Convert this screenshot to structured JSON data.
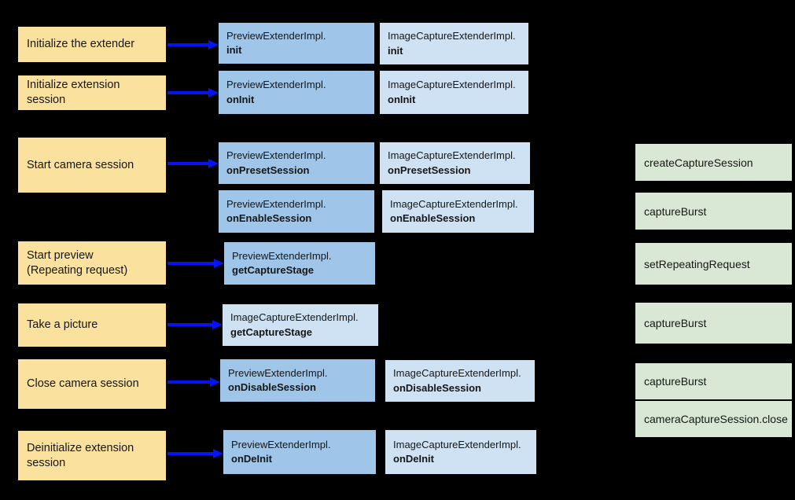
{
  "colors": {
    "background": "#000000",
    "step_fill": "#FAE29E",
    "preview_fill": "#9FC5E8",
    "image_capture_fill": "#CFE2F3",
    "camera2_fill": "#D9E8D4",
    "arrow": "#0613F5",
    "text": "#161616"
  },
  "steps": [
    {
      "label": "Initialize the extender"
    },
    {
      "label": "Initialize extension\nsession"
    },
    {
      "label": "Start camera session"
    },
    {
      "label": "Start preview\n(Repeating request)"
    },
    {
      "label": "Take a picture"
    },
    {
      "label": "Close camera session"
    },
    {
      "label": "Deinitialize extension\nsession"
    }
  ],
  "preview_boxes": [
    {
      "class_name": "PreviewExtenderImpl.",
      "method": "init"
    },
    {
      "class_name": "PreviewExtenderImpl.",
      "method": "onInit"
    },
    {
      "class_name": "PreviewExtenderImpl.",
      "method": "onPresetSession"
    },
    {
      "class_name": "PreviewExtenderImpl.",
      "method": "onEnableSession"
    },
    {
      "class_name": "PreviewExtenderImpl.",
      "method": "getCaptureStage"
    },
    {
      "class_name": "PreviewExtenderImpl.",
      "method": "onDisableSession"
    },
    {
      "class_name": "PreviewExtenderImpl.",
      "method": "onDeInit"
    }
  ],
  "image_capture_boxes": [
    {
      "class_name": "ImageCaptureExtenderImpl.",
      "method": "init"
    },
    {
      "class_name": "ImageCaptureExtenderImpl.",
      "method": "onInit"
    },
    {
      "class_name": "ImageCaptureExtenderImpl.",
      "method": "onPresetSession"
    },
    {
      "class_name": "ImageCaptureExtenderImpl.",
      "method": "onEnableSession"
    },
    {
      "class_name": "ImageCaptureExtenderImpl.",
      "method": "getCaptureStage"
    },
    {
      "class_name": "ImageCaptureExtenderImpl.",
      "method": "onDisableSession"
    },
    {
      "class_name": "ImageCaptureExtenderImpl.",
      "method": "onDeInit"
    }
  ],
  "camera2_calls": [
    {
      "label": "createCaptureSession"
    },
    {
      "label": "captureBurst"
    },
    {
      "label": "setRepeatingRequest"
    },
    {
      "label": "captureBurst"
    },
    {
      "label": "captureBurst"
    },
    {
      "label": "cameraCaptureSession.close"
    }
  ]
}
